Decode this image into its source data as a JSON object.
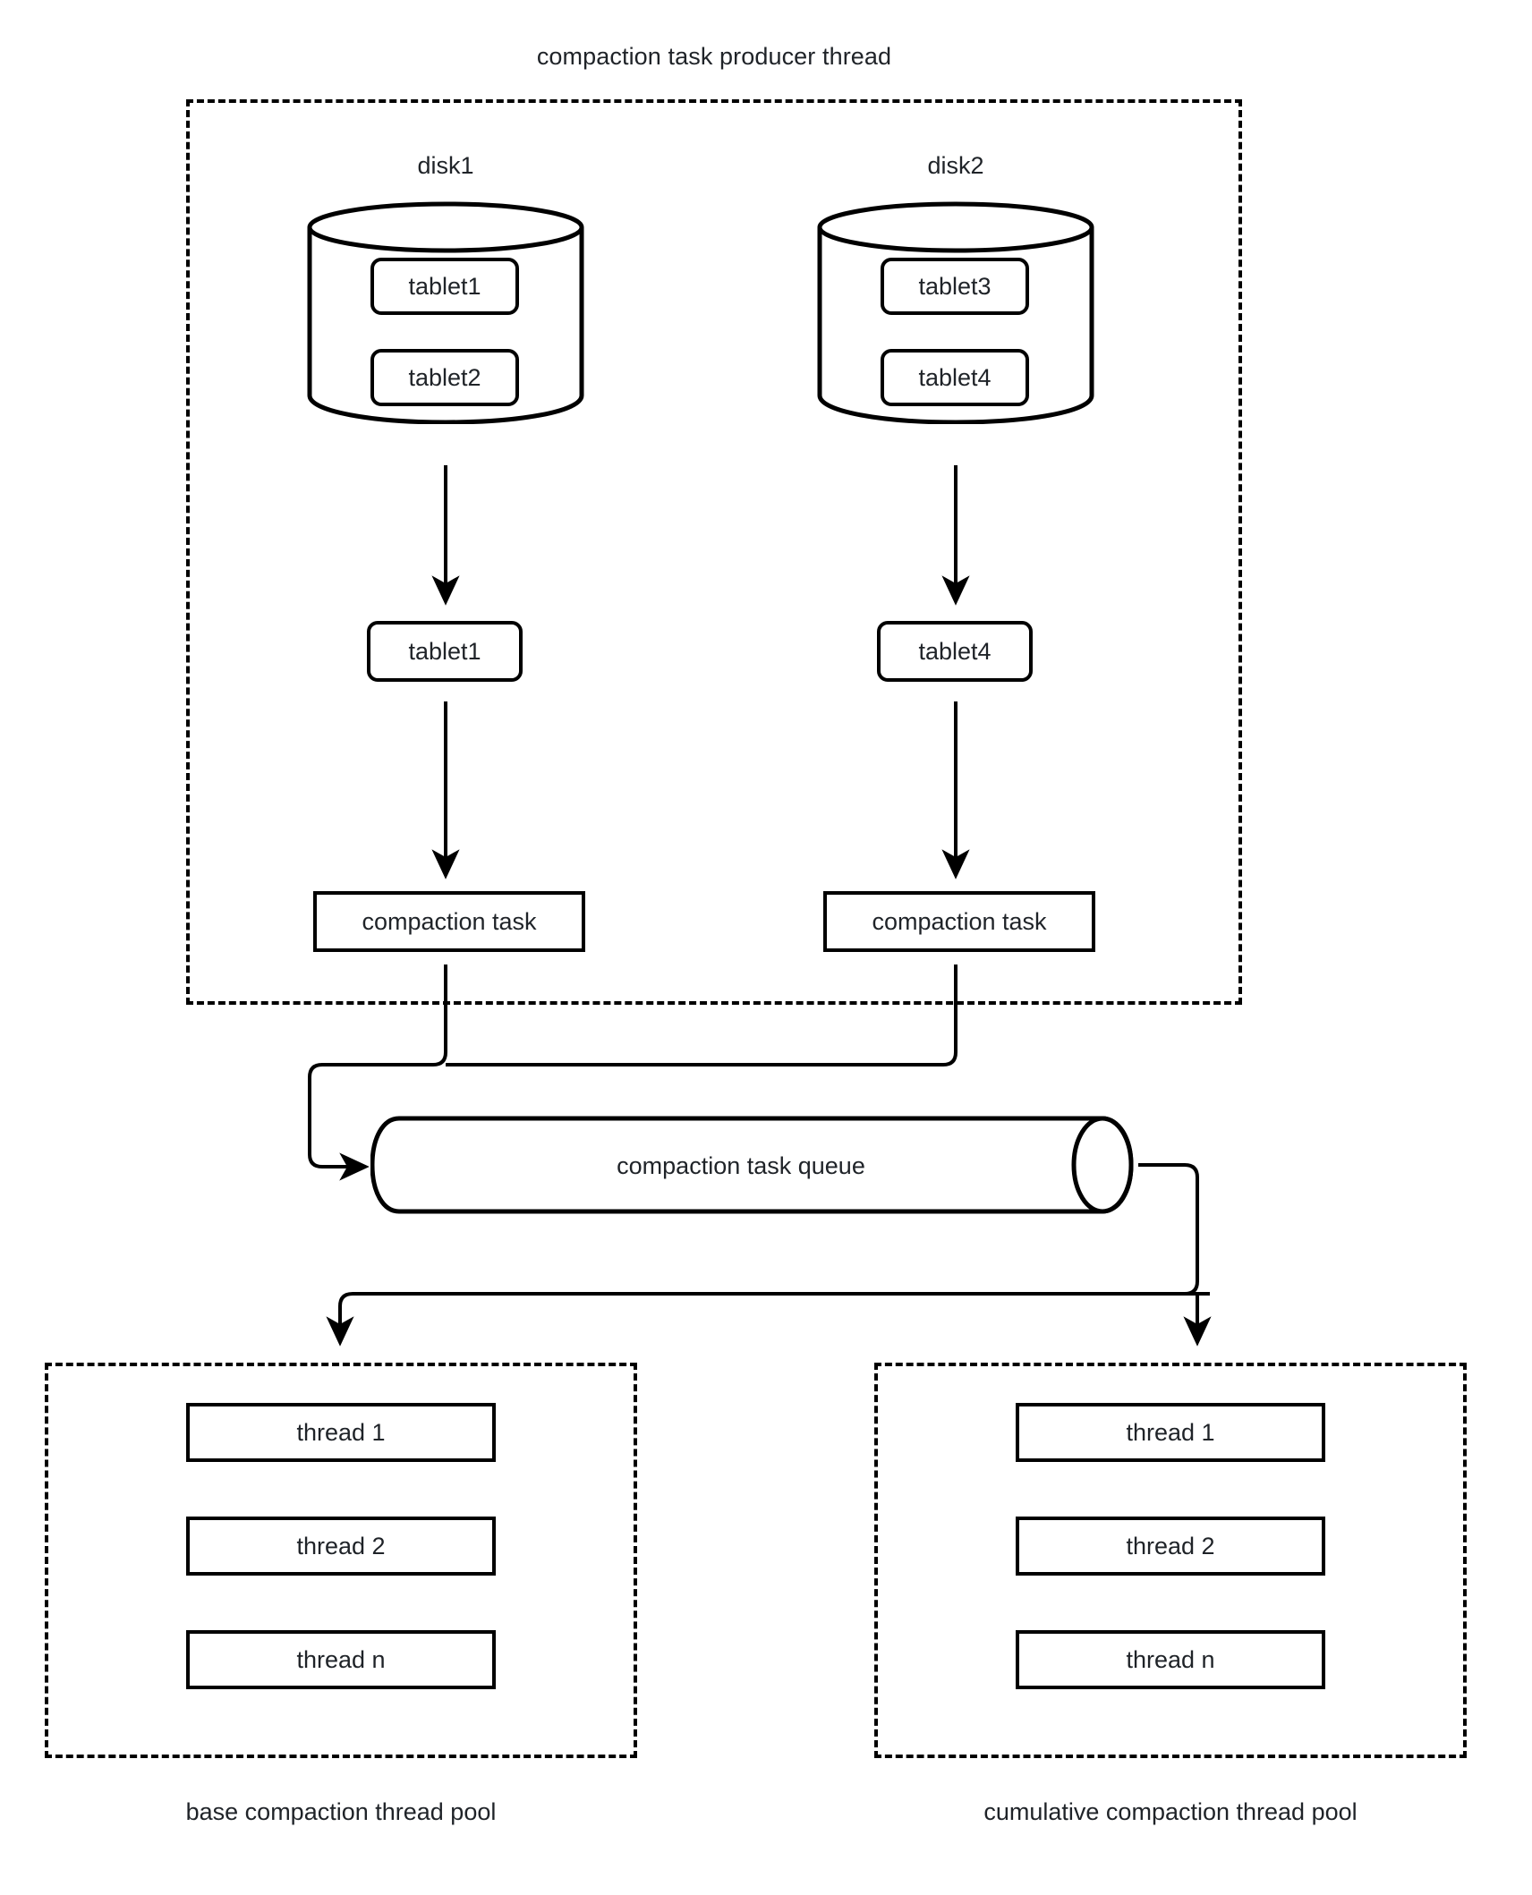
{
  "diagram": {
    "title": "compaction task producer thread",
    "producer": {
      "label": "compaction task producer thread",
      "disks": [
        {
          "name": "disk1",
          "tablets": [
            "tablet1",
            "tablet2"
          ],
          "selected_tablet": "tablet1",
          "task": "compaction task"
        },
        {
          "name": "disk2",
          "tablets": [
            "tablet3",
            "tablet4"
          ],
          "selected_tablet": "tablet4",
          "task": "compaction task"
        }
      ]
    },
    "queue": {
      "label": "compaction task queue",
      "shape": "cylinder"
    },
    "pools": [
      {
        "caption": "base compaction thread pool",
        "threads": [
          "thread 1",
          "thread 2",
          "thread n"
        ]
      },
      {
        "caption": "cumulative compaction thread pool",
        "threads": [
          "thread 1",
          "thread 2",
          "thread n"
        ]
      }
    ],
    "colors": {
      "stroke": "#000000",
      "text": "#1f2328",
      "background": "#ffffff"
    }
  }
}
